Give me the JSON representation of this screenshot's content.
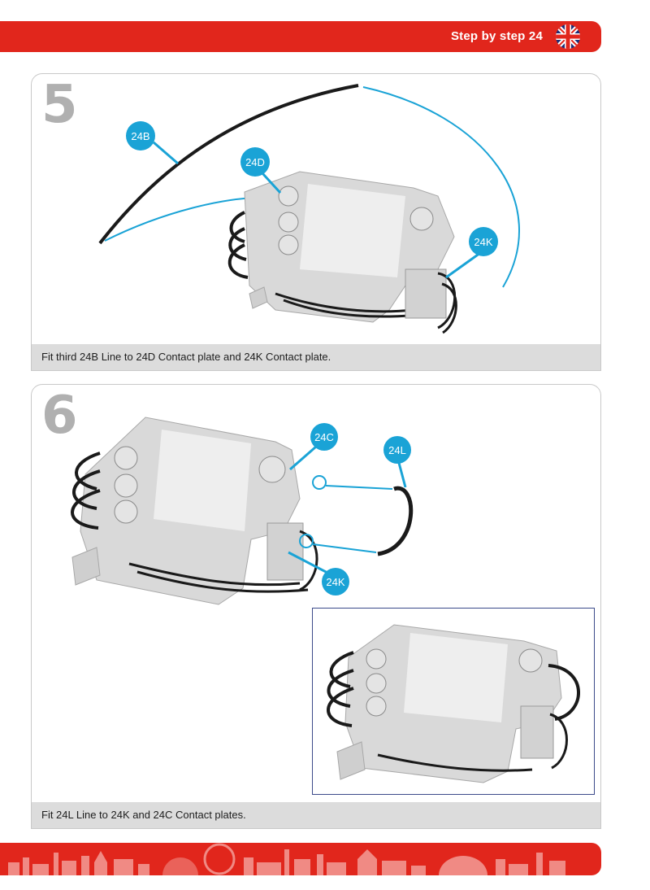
{
  "header": {
    "title": "Step by step 24",
    "flag_icon": "uk-flag-icon",
    "accent_color": "#e1261c"
  },
  "steps": [
    {
      "number": "5",
      "caption": "Fit third 24B Line to 24D Contact plate and 24K Contact plate.",
      "labels": [
        "24B",
        "24D",
        "24K"
      ]
    },
    {
      "number": "6",
      "caption": "Fit 24L Line to 24K and 24C Contact plates.",
      "labels": [
        "24C",
        "24L",
        "24K"
      ]
    }
  ],
  "colors": {
    "label_blue": "#1aa3d6",
    "part_grey": "#d9d9d9",
    "line_black": "#1a1a1a"
  },
  "footer": {
    "skyline_icon": "london-skyline-icon"
  }
}
